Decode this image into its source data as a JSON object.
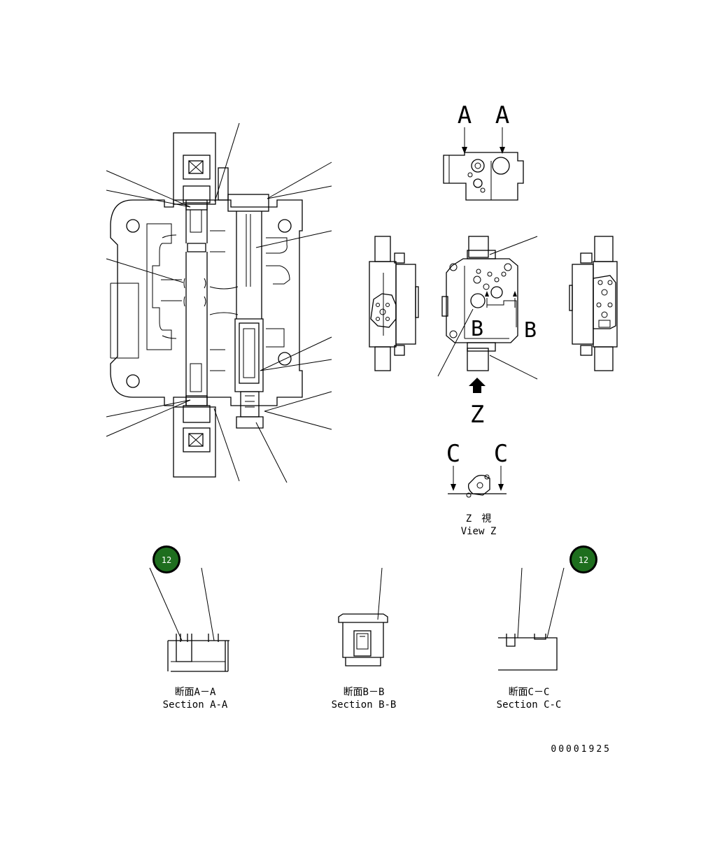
{
  "view_marks": {
    "a_left": "A",
    "a_right": "A",
    "b_small": "B",
    "b_large": "B",
    "z_arrow": "Z",
    "c_left": "C",
    "c_right": "C"
  },
  "view_z": {
    "line1": "Z　視",
    "line2": "View Z"
  },
  "sections": {
    "aa": {
      "line1": "断面A－A",
      "line2": "Section A-A"
    },
    "bb": {
      "line1": "断面B－B",
      "line2": "Section B-B"
    },
    "cc": {
      "line1": "断面C－C",
      "line2": "Section C-C"
    }
  },
  "callouts": [
    {
      "label": "12",
      "color": "#1e6e1e"
    },
    {
      "label": "12",
      "color": "#1e6e1e"
    }
  ],
  "drawing_number": "00001925"
}
